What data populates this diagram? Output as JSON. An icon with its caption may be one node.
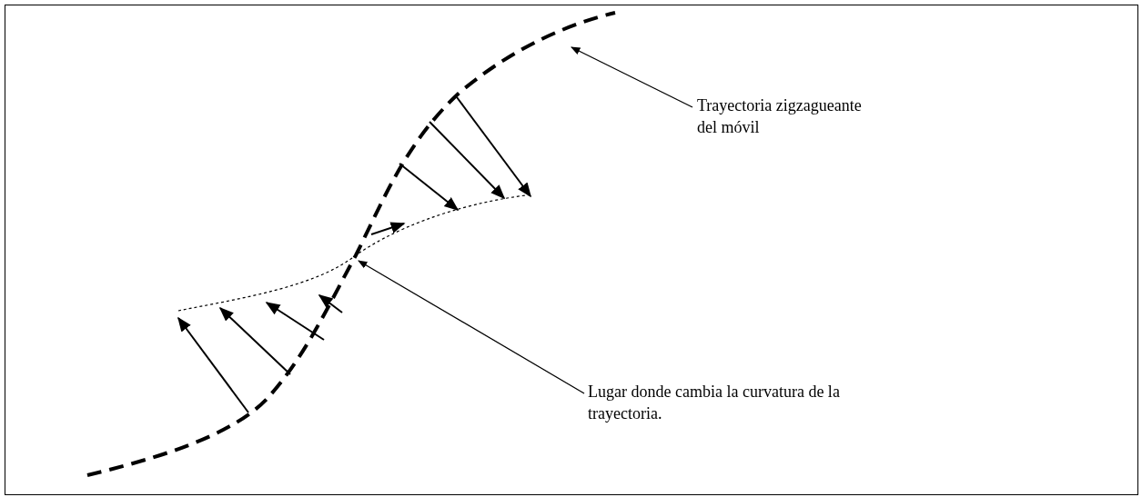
{
  "diagram": {
    "nodes": [
      {
        "text": [
          "Trayectoria zigzagueante del móvil"
        ]
      },
      {
        "text": [],
        "shape": "line"
      },
      {
        "text": [
          "Lugar donde cambia la curvatura de la trayectoria."
        ]
      }
    ],
    "edges": [
      {
        "from": 0,
        "to": 1,
        "arrow": "to"
      },
      {
        "from": 2,
        "to": 1,
        "arrow": "to"
      }
    ]
  }
}
